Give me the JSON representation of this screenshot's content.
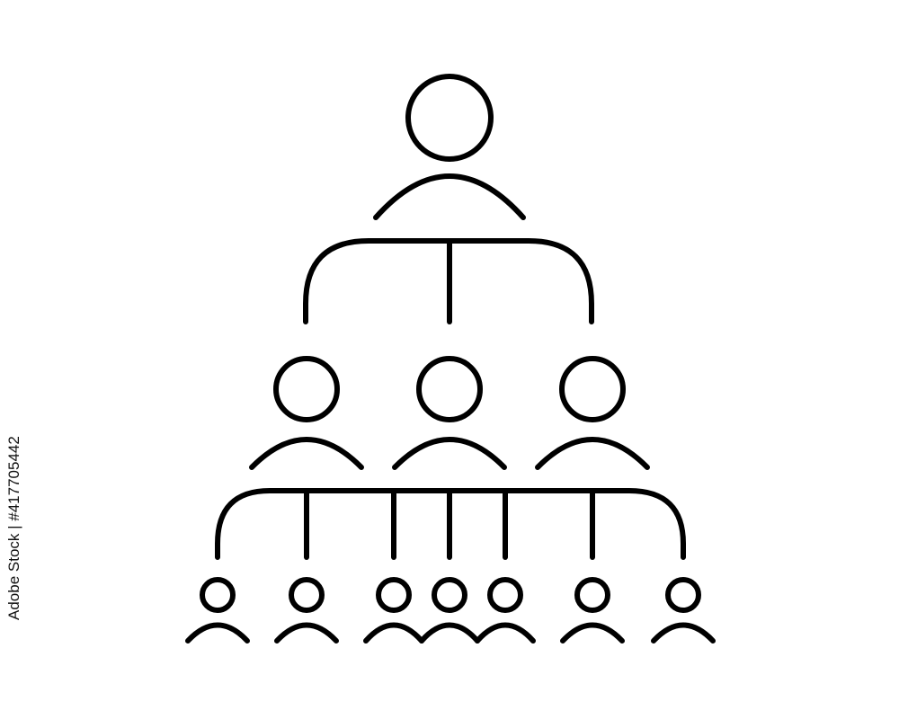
{
  "watermark": {
    "text": "Adobe Stock | #417705442"
  },
  "diagram": {
    "kind": "organization hierarchy icon",
    "stroke_color": "#000000",
    "background_color": "#ffffff",
    "levels": [
      {
        "level": 1,
        "people": 1
      },
      {
        "level": 2,
        "people": 3
      },
      {
        "level": 3,
        "people": 7
      }
    ]
  }
}
